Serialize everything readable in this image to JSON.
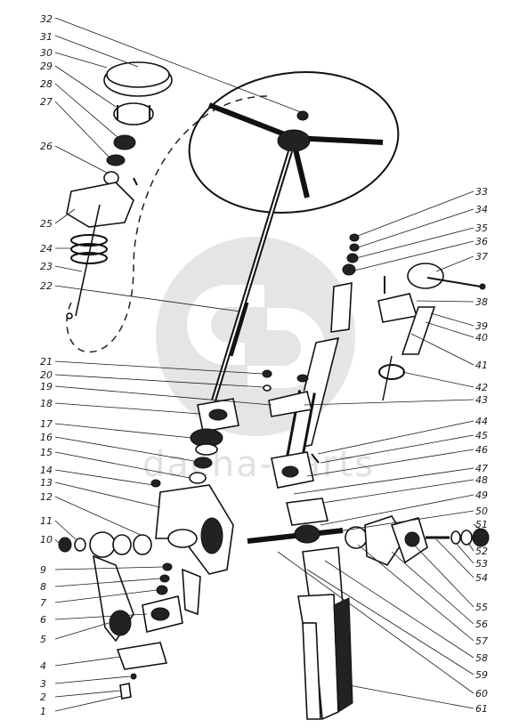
{
  "watermark": {
    "text": "dacha-parts"
  },
  "callouts_left": [
    "32",
    "31",
    "30",
    "29",
    "28",
    "27",
    "26",
    "25",
    "24",
    "23",
    "22",
    "21",
    "20",
    "19",
    "18",
    "17",
    "16",
    "15",
    "14",
    "13",
    "12",
    "11",
    "10",
    "9",
    "8",
    "7",
    "6",
    "5",
    "4",
    "3",
    "2",
    "1"
  ],
  "callouts_right": [
    "33",
    "34",
    "35",
    "36",
    "37",
    "38",
    "39",
    "40",
    "41",
    "42",
    "43",
    "44",
    "45",
    "46",
    "47",
    "48",
    "49",
    "50",
    "51",
    "52",
    "53",
    "54",
    "55",
    "56",
    "57",
    "58",
    "59",
    "60",
    "61"
  ]
}
